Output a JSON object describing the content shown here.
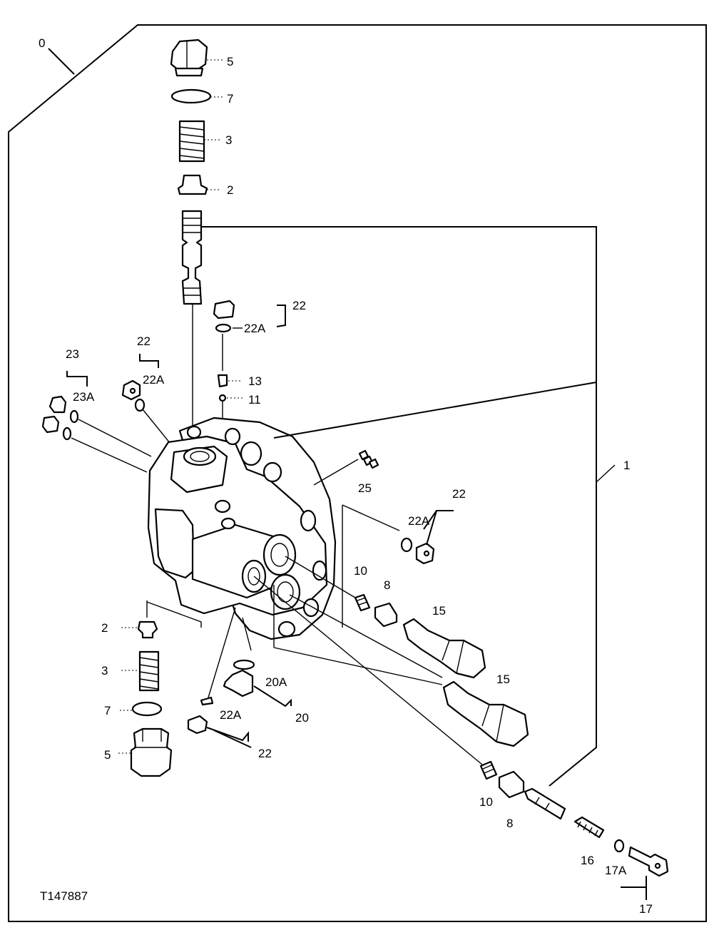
{
  "figure_id": "T147887",
  "callouts": {
    "c0": "0",
    "c1": "1",
    "c2a": "2",
    "c2b": "2",
    "c3a": "3",
    "c3b": "3",
    "c5a": "5",
    "c5b": "5",
    "c7a": "7",
    "c7b": "7",
    "c8a": "8",
    "c8b": "8",
    "c10a": "10",
    "c10b": "10",
    "c11": "11",
    "c13": "13",
    "c15a": "15",
    "c15b": "15",
    "c16": "16",
    "c17": "17",
    "c17A": "17A",
    "c20": "20",
    "c20A": "20A",
    "c22a": "22",
    "c22b": "22",
    "c22c": "22",
    "c22d": "22",
    "c22Aa": "22A",
    "c22Ab": "22A",
    "c22Ac": "22A",
    "c22Ad": "22A",
    "c23": "23",
    "c23A": "23A",
    "c25": "25"
  }
}
